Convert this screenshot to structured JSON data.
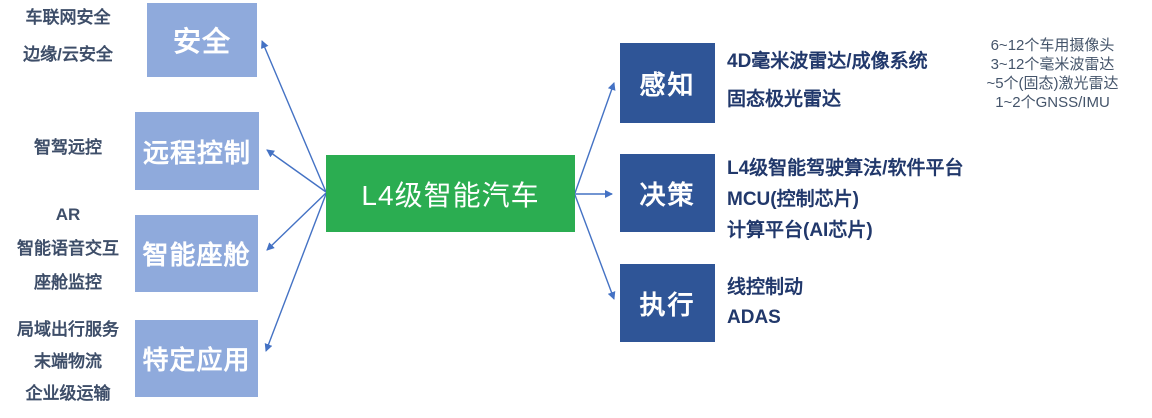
{
  "diagram": {
    "center_node": {
      "label": "L4级智能汽车"
    },
    "left_branches": [
      {
        "box_label": "安全",
        "notes": [
          "车联网安全",
          "边缘/云安全"
        ]
      },
      {
        "box_label": "远程控制",
        "notes": [
          "智驾远控"
        ]
      },
      {
        "box_label": "智能座舱",
        "notes": [
          "AR",
          "智能语音交互",
          "座舱监控"
        ]
      },
      {
        "box_label": "特定应用",
        "notes": [
          "局域出行服务",
          "末端物流",
          "企业级运输"
        ]
      }
    ],
    "right_branches": [
      {
        "box_label": "感知",
        "items": [
          "4D毫米波雷达/成像系统",
          "固态极光雷达"
        ],
        "side_notes": [
          "6~12个车用摄像头",
          "3~12个毫米波雷达",
          "~5个(固态)激光雷达",
          "1~2个GNSS/IMU"
        ]
      },
      {
        "box_label": "决策",
        "items": [
          "L4级智能驾驶算法/软件平台",
          "MCU(控制芯片)",
          "计算平台(AI芯片)"
        ]
      },
      {
        "box_label": "执行",
        "items": [
          "线控制动",
          "ADAS"
        ]
      }
    ],
    "colors": {
      "center_green": "#2BAD51",
      "left_box_blue": "#8FAADC",
      "right_box_blue": "#2F5597",
      "arrow_blue": "#4472C4",
      "note_text": "#3E4E69",
      "item_text": "#21386B",
      "side_note_text": "#44546A"
    }
  }
}
